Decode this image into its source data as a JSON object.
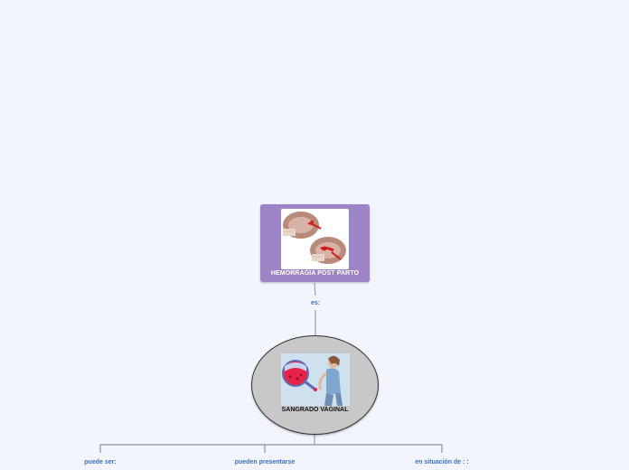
{
  "root": {
    "label": "HEMORRAGIA POST PARTO",
    "image_icon": "uterus-bleeding-illustration",
    "color": "#9c84c6"
  },
  "link_root": {
    "label": "es:"
  },
  "main": {
    "label": "SANGRADO VAGINAL",
    "image_icon": "woman-bleeding-illustration",
    "color": "#c8c8c8"
  },
  "branches": [
    {
      "label": "puede ser:"
    },
    {
      "label": "pueden presentarse"
    },
    {
      "label": "en situación de : :"
    }
  ],
  "colors": {
    "background": "#f2f4fe",
    "link_text": "#3a74c4",
    "line": "#8a8f96"
  }
}
